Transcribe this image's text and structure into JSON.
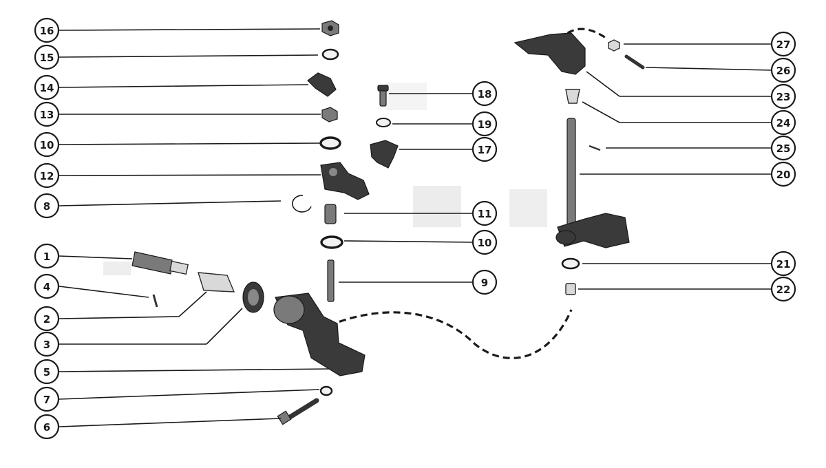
{
  "diagram": {
    "callouts": [
      "16",
      "15",
      "14",
      "13",
      "10",
      "12",
      "8",
      "1",
      "4",
      "2",
      "3",
      "5",
      "7",
      "6",
      "18",
      "19",
      "17",
      "11",
      "10",
      "9",
      "27",
      "26",
      "23",
      "24",
      "25",
      "20",
      "21",
      "22"
    ]
  }
}
